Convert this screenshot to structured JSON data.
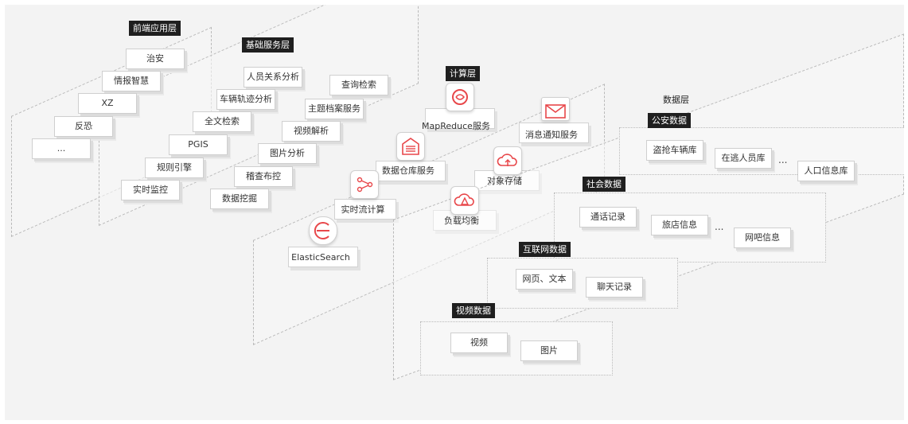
{
  "frontend": {
    "title": "前端应用层",
    "items": [
      "治安",
      "情报智慧",
      "XZ",
      "反恐",
      "..."
    ]
  },
  "base": {
    "title": "基础服务层",
    "items": [
      "人员关系分析",
      "查询检索",
      "车辆轨迹分析",
      "主题档案服务",
      "全文检索",
      "视频解析",
      "PGIS",
      "图片分析",
      "规则引擎",
      "稽查布控",
      "实时监控",
      "数据挖掘"
    ]
  },
  "compute": {
    "title": "计算层",
    "items": [
      "MapReduce服务",
      "消息通知服务",
      "数据仓库服务",
      "对象存储",
      "实时流计算",
      "负载均衡",
      "ElasticSearch"
    ]
  },
  "data": {
    "title": "数据层",
    "police": {
      "title": "公安数据",
      "items": [
        "盗抢车辆库",
        "在逃人员库",
        "...",
        "人口信息库"
      ]
    },
    "social": {
      "title": "社会数据",
      "items": [
        "通话记录",
        "旅店信息",
        "...",
        "网吧信息"
      ]
    },
    "internet": {
      "title": "互联网数据",
      "items": [
        "网页、文本",
        "聊天记录"
      ]
    },
    "video": {
      "title": "视频数据",
      "items": [
        "视频",
        "图片"
      ]
    }
  },
  "icons": {
    "mapreduce": "mapreduce-icon",
    "message": "envelope-icon",
    "warehouse": "warehouse-icon",
    "object_storage": "cloud-upload-icon",
    "stream": "stream-icon",
    "load_balance": "cloud-balance-icon",
    "elasticsearch": "elasticsearch-icon"
  },
  "colors": {
    "accent": "#e8474a",
    "tag_bg": "#1f1f1f",
    "background": "#f3f3f3"
  }
}
